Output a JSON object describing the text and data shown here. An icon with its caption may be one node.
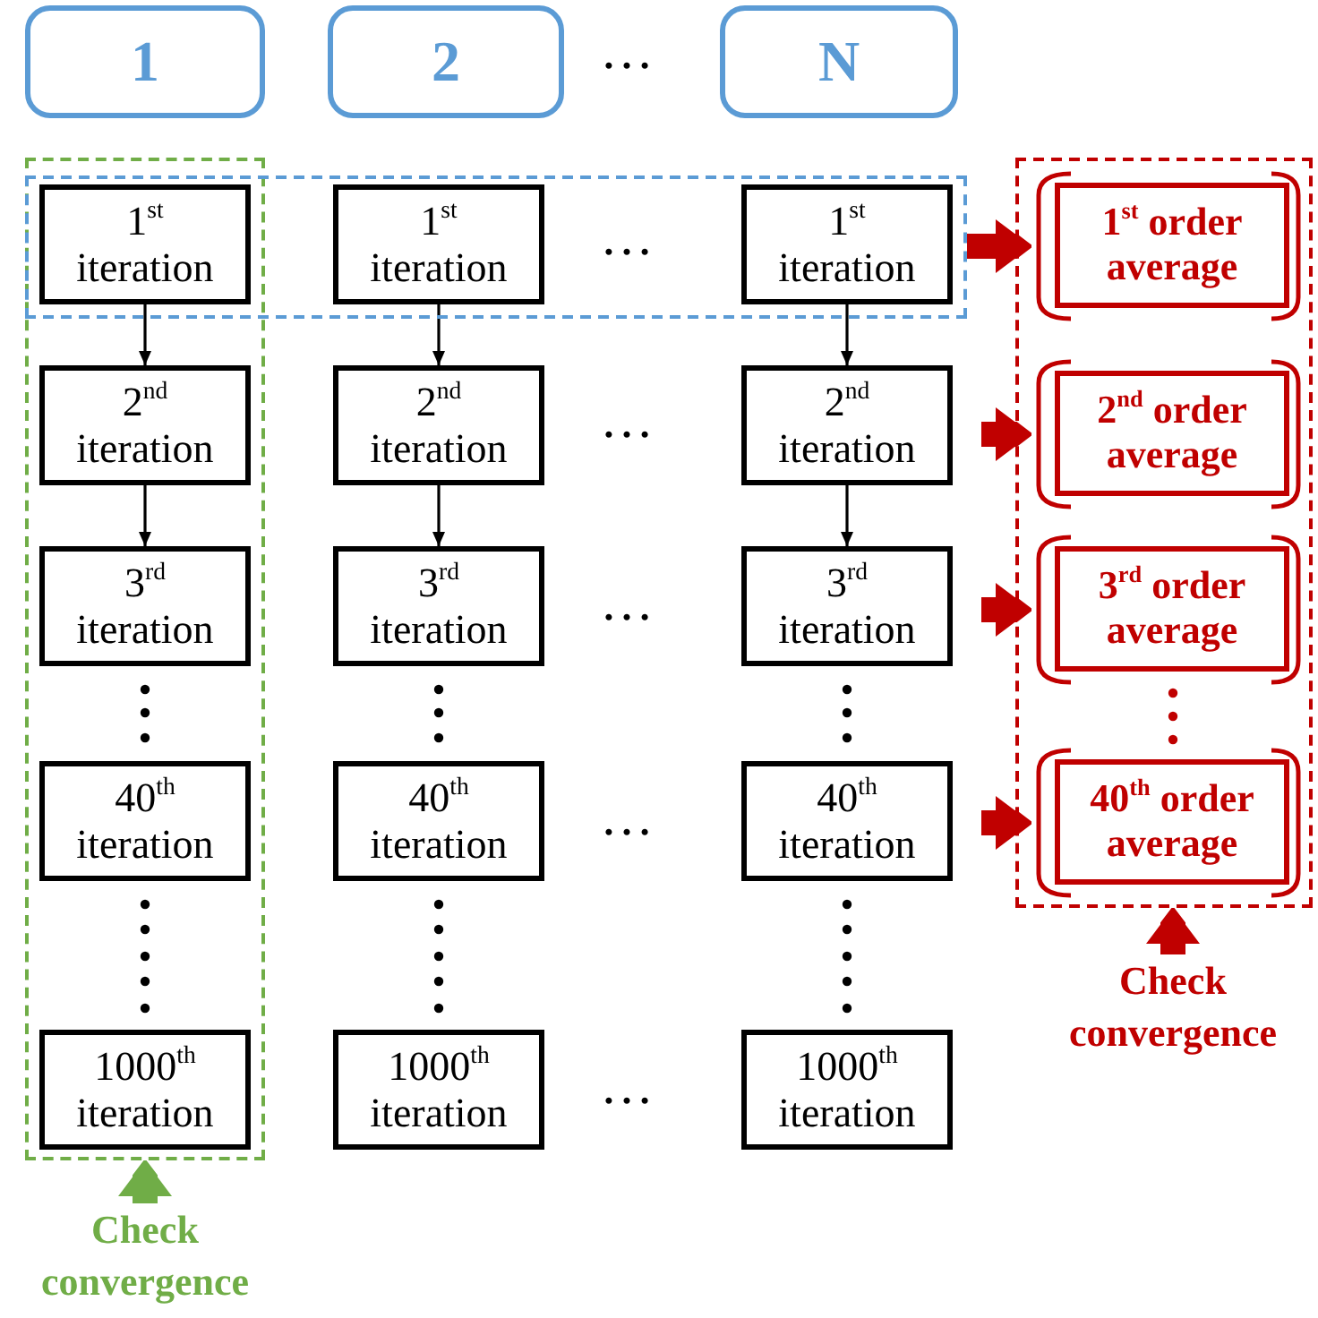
{
  "diagram": {
    "nodes": [
      {
        "text": [
          "1"
        ]
      },
      {
        "text": [
          "2"
        ]
      },
      {
        "text": [
          "N"
        ]
      },
      {
        "text": [],
        "shape": "box"
      },
      {
        "text": [],
        "shape": "box"
      },
      {
        "text": [],
        "shape": "box"
      },
      {
        "text": [
          "1$^{st}$ iteration"
        ]
      },
      {
        "text": [
          "1$^{st}$ iteration"
        ],
        "in": 4
      },
      {
        "text": [
          "1$^{st}$ iteration"
        ],
        "in": 4
      },
      {
        "text": [
          "2$^{nd}$ iteration"
        ],
        "in": 3
      },
      {
        "text": [
          "2$^{nd}$ iteration"
        ]
      },
      {
        "text": [
          "2$^{nd}$ iteration"
        ]
      },
      {
        "text": [
          "3$^{rd}$ iteration"
        ],
        "in": 3
      },
      {
        "text": [
          "3$^{rd}$ iteration"
        ]
      },
      {
        "text": [
          "3$^{rd}$ iteration"
        ]
      },
      {
        "text": [
          "40$^{th}$ iteration"
        ],
        "in": 3
      },
      {
        "text": [
          "40$^{th}$ iteration"
        ]
      },
      {
        "text": [
          "40$^{th}$ iteration"
        ]
      },
      {
        "text": [
          "1000$^{th}$ iteration"
        ],
        "in": 3
      },
      {
        "text": [
          "1000$^{th}$ iteration"
        ]
      },
      {
        "text": [
          "1000$^{th}$ iteration"
        ]
      },
      {
        "text": [
          "1$^{st}$ order average"
        ],
        "in": 5
      },
      {
        "text": [
          "2$^{nd}$ order average"
        ],
        "in": 5
      },
      {
        "text": [
          "3$^{rd}$ order average"
        ],
        "in": 5
      },
      {
        "text": [
          "40$^{th}$ order average"
        ],
        "in": 5
      },
      {
        "text": [
          "Check convergence"
        ]
      },
      {
        "text": [
          "Check convergence"
        ]
      }
    ],
    "edges": [
      {
        "from": 6,
        "to": 9,
        "arrow": "to"
      },
      {
        "from": 9,
        "to": 12,
        "arrow": "to"
      },
      {
        "from": 7,
        "to": 10,
        "arrow": "to"
      },
      {
        "from": 10,
        "to": 13,
        "arrow": "to"
      },
      {
        "from": 8,
        "to": 11,
        "arrow": "to"
      },
      {
        "from": 11,
        "to": 14,
        "arrow": "to"
      },
      {
        "from": 4,
        "to": 21,
        "arrow": "to",
        "style": "thick",
        "color": "#c00000"
      },
      {
        "from": null,
        "to": 22,
        "arrow": "to",
        "style": "thick",
        "color": "#c00000"
      },
      {
        "from": null,
        "to": 23,
        "arrow": "to",
        "style": "thick",
        "color": "#c00000"
      },
      {
        "from": null,
        "to": 24,
        "arrow": "to",
        "style": "thick",
        "color": "#c00000"
      },
      {
        "from": 25,
        "to": 3,
        "arrow": "to",
        "style": "thick",
        "color": "#70ad47"
      },
      {
        "from": 26,
        "to": 5,
        "arrow": "to",
        "style": "thick",
        "color": "#c00000"
      }
    ],
    "labels": [
      "…",
      "…",
      "…",
      "…",
      "…",
      "…"
    ]
  }
}
